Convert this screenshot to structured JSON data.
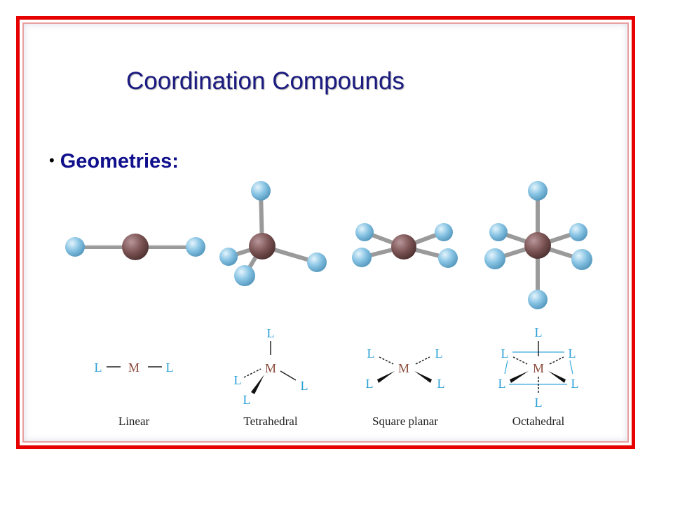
{
  "slide": {
    "title": "Coordination Compounds",
    "bullet": "Geometries:"
  },
  "symbols": {
    "metal": "M",
    "ligand": "L"
  },
  "geometries": [
    {
      "name": "Linear"
    },
    {
      "name": "Tetrahedral"
    },
    {
      "name": "Square planar"
    },
    {
      "name": "Octahedral"
    }
  ],
  "colors": {
    "frame": "#e60000",
    "title": "#1a1a80",
    "metal_atom": "#7a5252",
    "ligand_atom": "#88c4e4",
    "ligand_label": "#2a9fd6",
    "metal_label": "#8a4a3a"
  }
}
